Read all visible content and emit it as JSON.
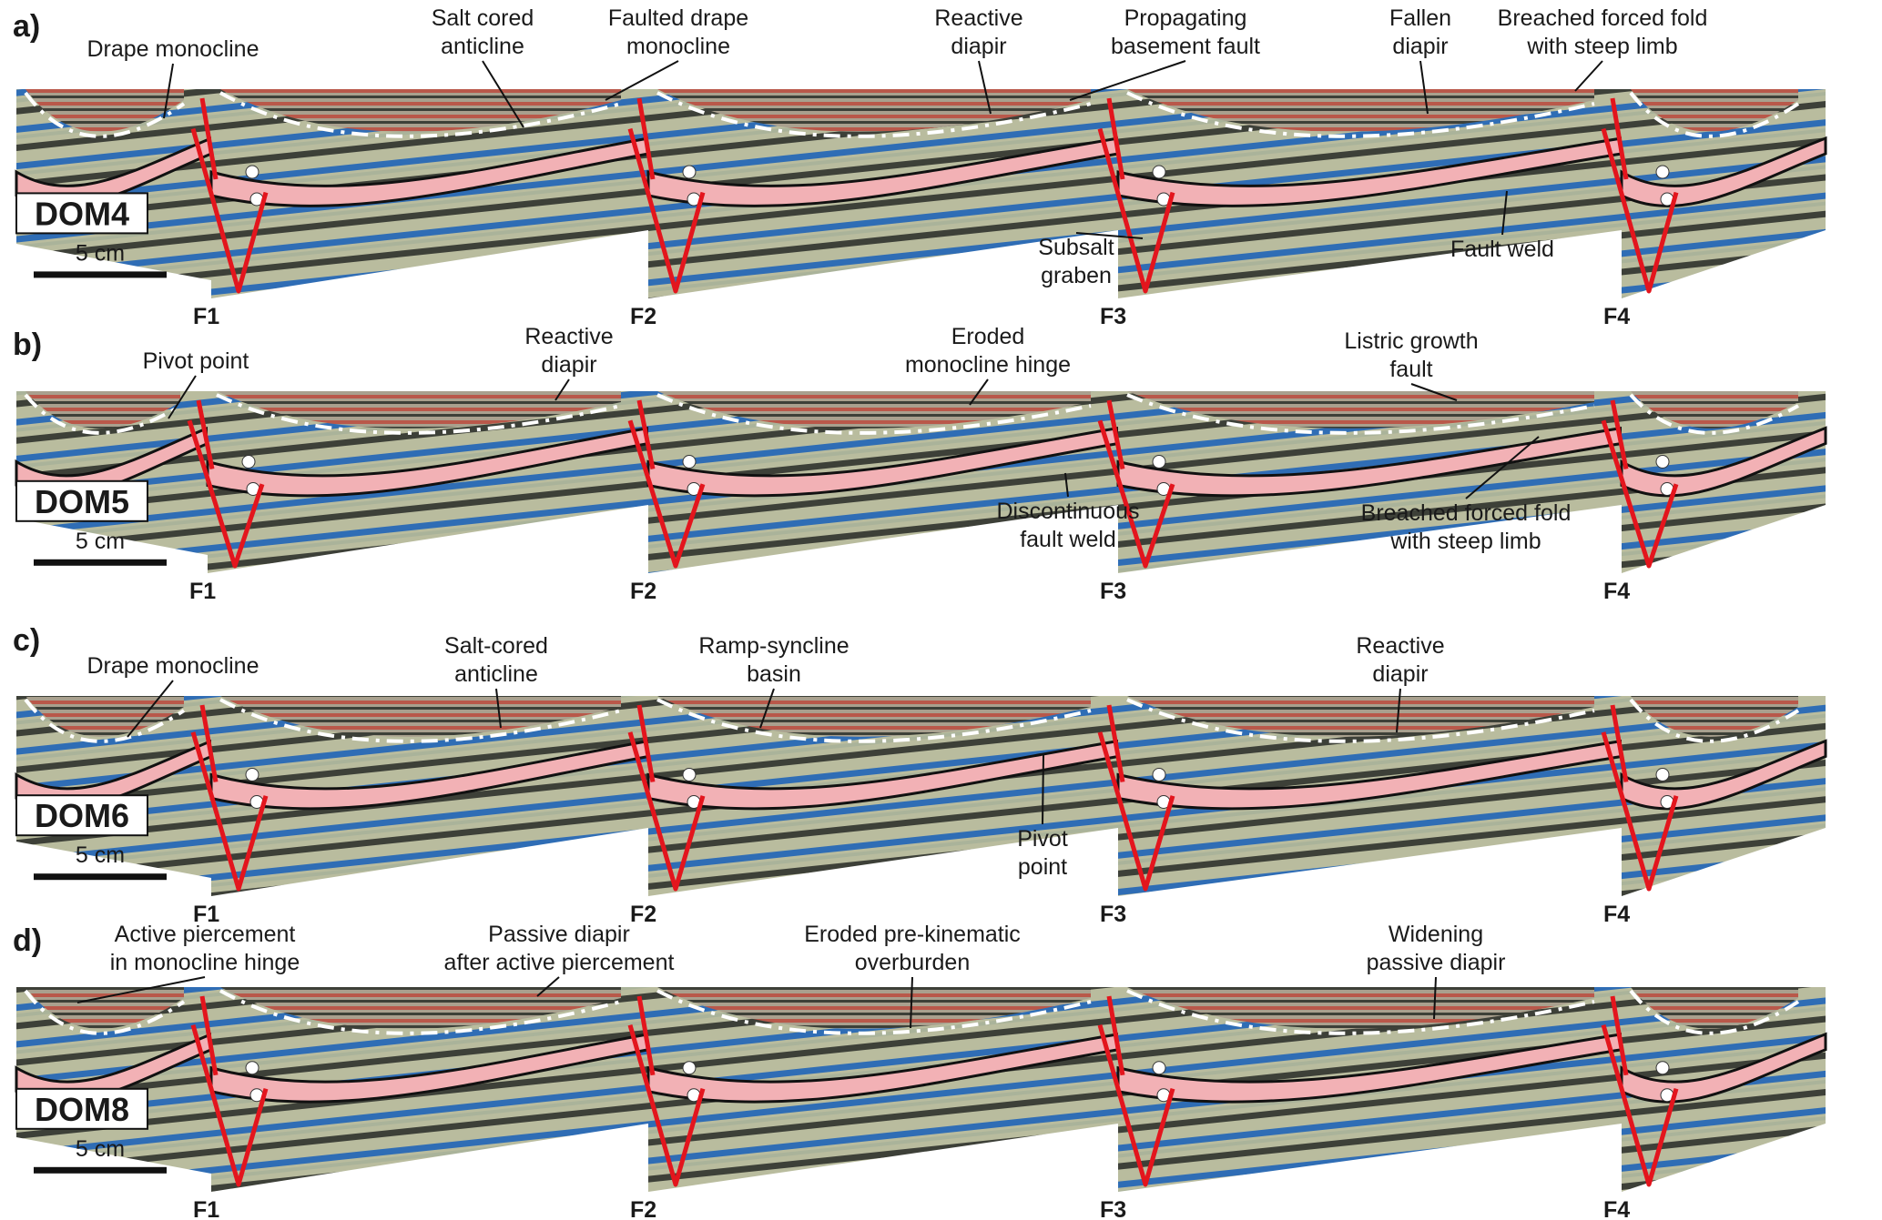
{
  "figure": {
    "colors": {
      "salt": "#f2b1b5",
      "fault": "#e3151d",
      "outline": "#111111",
      "layer_light": "#b9bc9e",
      "layer_dark": "#3d4038",
      "layer_blue": "#2f6db5",
      "synkinematic_red": "#b9584a",
      "synkinematic_light": "#b8a89a",
      "marker_line": "#ffffff",
      "pivot_dot": "#ffffff"
    },
    "scale_bar_label": "5 cm",
    "panels": [
      {
        "letter": "a)",
        "model": "DOM4",
        "faults": [
          "F1",
          "F2",
          "F3",
          "F4"
        ],
        "annotations": [
          {
            "lines": [
              "Drape monocline"
            ]
          },
          {
            "lines": [
              "Salt cored",
              "anticline"
            ]
          },
          {
            "lines": [
              "Faulted drape",
              "monocline"
            ]
          },
          {
            "lines": [
              "Reactive",
              "diapir"
            ]
          },
          {
            "lines": [
              "Propagating",
              "basement fault"
            ]
          },
          {
            "lines": [
              "Fallen",
              "diapir"
            ]
          },
          {
            "lines": [
              "Breached forced fold",
              "with steep limb"
            ]
          },
          {
            "lines": [
              "Subsalt",
              "graben"
            ]
          },
          {
            "lines": [
              "Fault weld"
            ]
          }
        ]
      },
      {
        "letter": "b)",
        "model": "DOM5",
        "faults": [
          "F1",
          "F2",
          "F3",
          "F4"
        ],
        "annotations": [
          {
            "lines": [
              "Pivot point"
            ]
          },
          {
            "lines": [
              "Reactive",
              "diapir"
            ]
          },
          {
            "lines": [
              "Eroded",
              "monocline hinge"
            ]
          },
          {
            "lines": [
              "Listric growth",
              "fault"
            ]
          },
          {
            "lines": [
              "Discontinuous",
              "fault weld"
            ]
          },
          {
            "lines": [
              "Breached forced fold",
              "with steep limb"
            ]
          }
        ]
      },
      {
        "letter": "c)",
        "model": "DOM6",
        "faults": [
          "F1",
          "F2",
          "F3",
          "F4"
        ],
        "annotations": [
          {
            "lines": [
              "Drape monocline"
            ]
          },
          {
            "lines": [
              "Salt-cored",
              "anticline"
            ]
          },
          {
            "lines": [
              "Ramp-syncline",
              "basin"
            ]
          },
          {
            "lines": [
              "Reactive",
              "diapir"
            ]
          },
          {
            "lines": [
              "Pivot",
              "point"
            ]
          }
        ]
      },
      {
        "letter": "d)",
        "model": "DOM8",
        "faults": [
          "F1",
          "F2",
          "F3",
          "F4"
        ],
        "annotations": [
          {
            "lines": [
              "Active piercement",
              "in monocline hinge"
            ]
          },
          {
            "lines": [
              "Passive diapir",
              "after active piercement"
            ]
          },
          {
            "lines": [
              "Eroded pre-kinematic",
              "overburden"
            ]
          },
          {
            "lines": [
              "Widening",
              "passive diapir"
            ]
          }
        ]
      }
    ]
  }
}
